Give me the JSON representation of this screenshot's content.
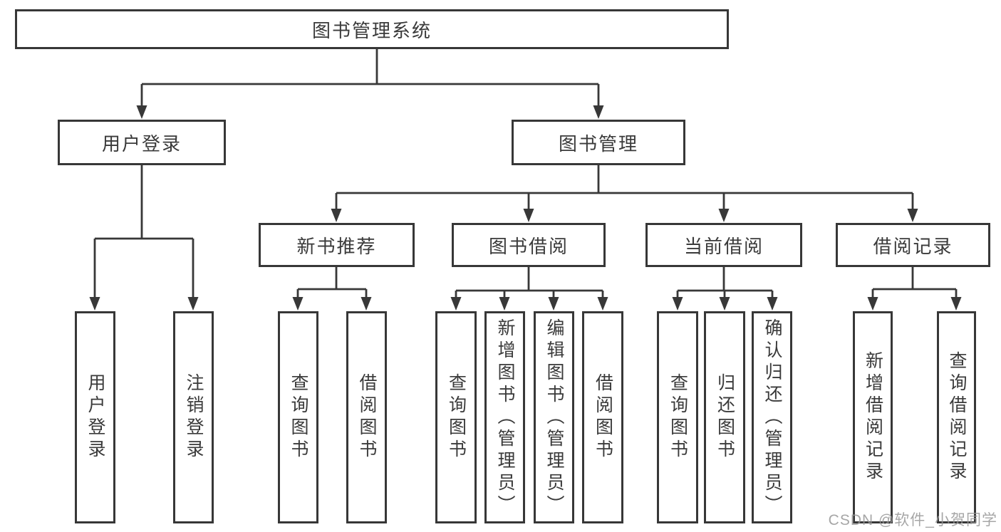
{
  "diagram": {
    "root": "图书管理系统",
    "level2": {
      "userLogin": "用户登录",
      "bookMgmt": "图书管理"
    },
    "level3": {
      "newBookRecommend": "新书推荐",
      "bookBorrow": "图书借阅",
      "currentBorrow": "当前借阅",
      "borrowRecord": "借阅记录"
    },
    "leaves": {
      "userLogin": "用户登录",
      "logout": "注销登录",
      "queryBookRecommend": "查询图书",
      "borrowBookRecommend": "借阅图书",
      "queryBookBorrow": "查询图书",
      "addBook": "新增图书（管理员）",
      "editBook": "编辑图书（管理员）",
      "borrowBook": "借阅图书",
      "queryBookCurrent": "查询图书",
      "returnBook": "归还图书",
      "confirmReturn": "确认归还（管理员）",
      "addBorrowRecord": "新增借阅记录",
      "queryBorrowRecord": "查询借阅记录"
    },
    "watermark": "CSDN @软件_小贺同学",
    "colors": {
      "line": "#383838",
      "boxBorder": "#373737",
      "text": "#3a3a3a",
      "watermark": "#969696",
      "background": "#ffffff"
    }
  }
}
